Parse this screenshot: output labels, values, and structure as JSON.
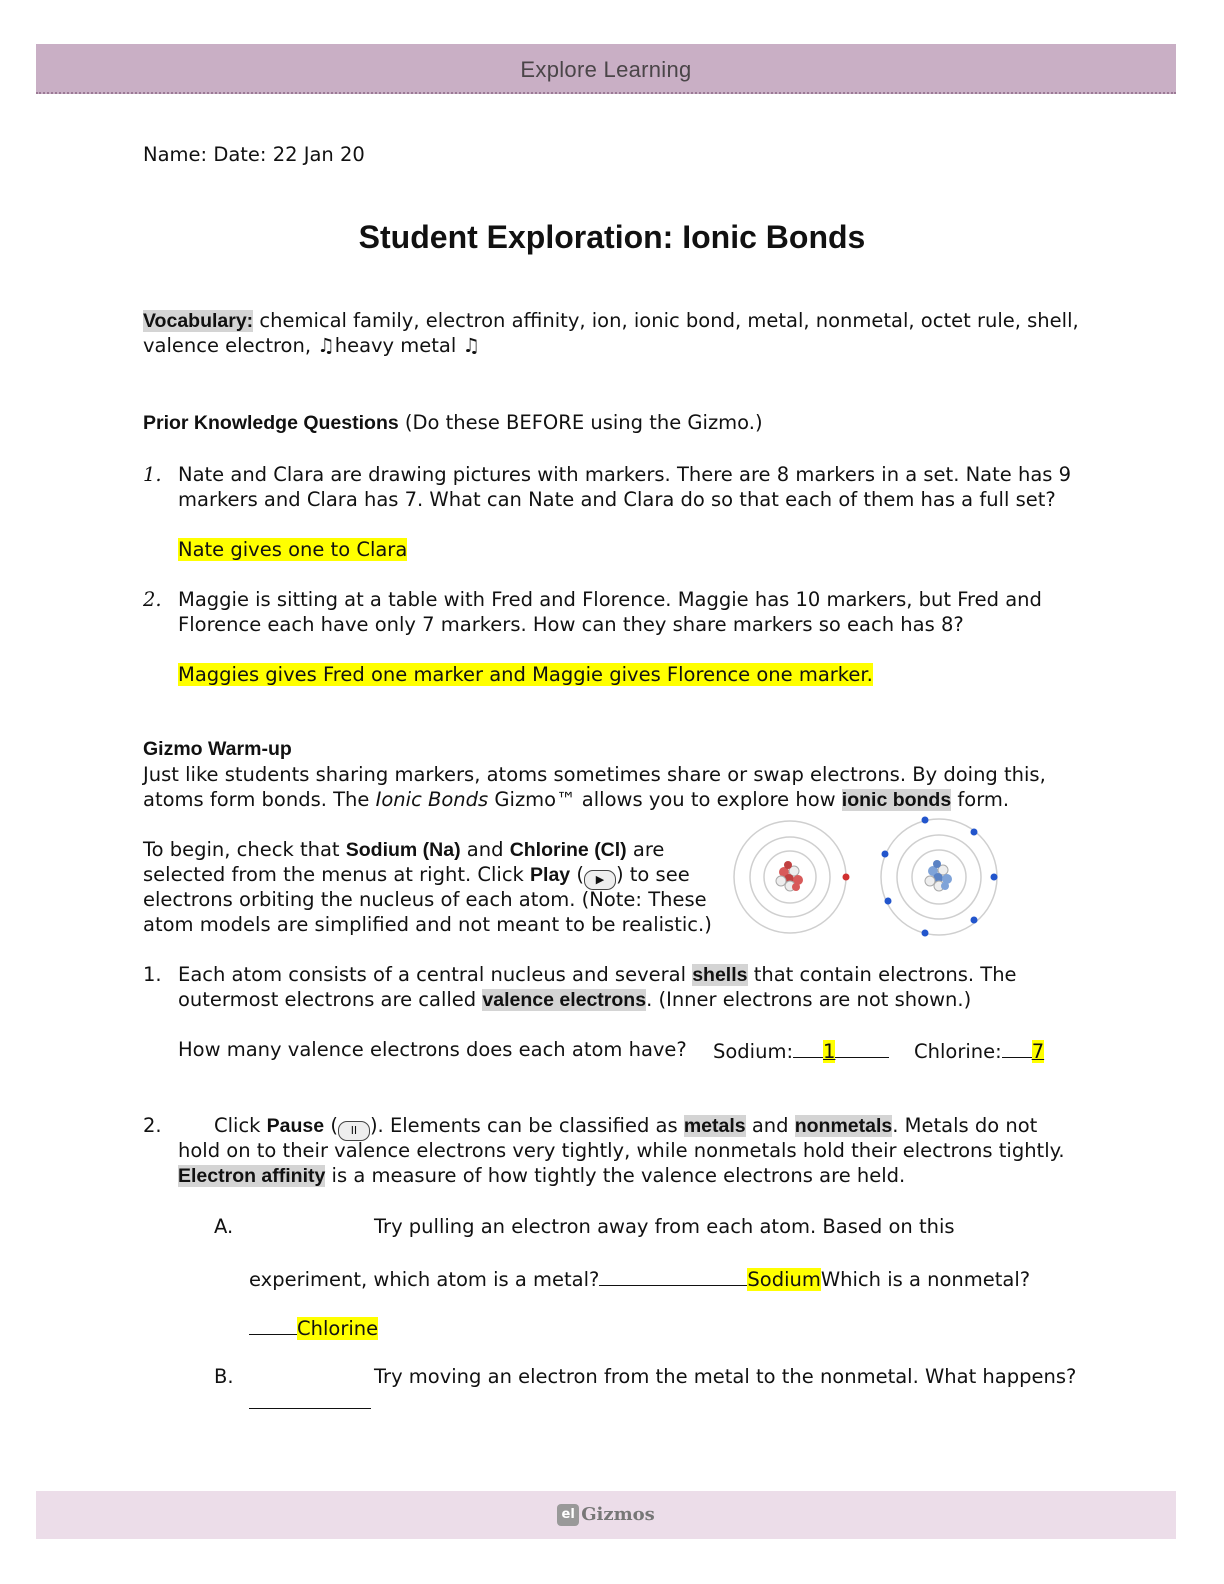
{
  "header": {
    "logo_text": "Explore Learning"
  },
  "meta": {
    "name_label": "Name:",
    "date_label": "Date:",
    "date_value": "22 Jan 20"
  },
  "title": "Student Exploration: Ionic Bonds",
  "vocab": {
    "label": "Vocabulary:",
    "line1": " chemical family, electron affinity, ion, ionic bond, metal, nonmetal, octet rule, shell,",
    "line2": "valence electron, ♫heavy metal ♫"
  },
  "prior": {
    "heading": "Prior Knowledge Questions",
    "subheading": " (Do these BEFORE using the Gizmo.)",
    "q1": {
      "num": "1.",
      "line1": "Nate and Clara are drawing pictures with markers. There are 8 markers in a set. Nate has 9",
      "line2": "markers and Clara has 7. What can Nate and Clara do so that each of them has a full set?",
      "answer": "Nate gives one to Clara"
    },
    "q2": {
      "num": "2.",
      "line1": "Maggie is sitting at a table with Fred and Florence. Maggie has 10 markers, but Fred and",
      "line2": "Florence each have only 7 markers. How can they share markers so each has 8?",
      "answer": "Maggies gives Fred one marker and Maggie gives Florence one marker."
    }
  },
  "warmup": {
    "heading": "Gizmo Warm-up",
    "line1": "Just like students sharing markers, atoms sometimes share or swap electrons. By doing this,",
    "line2_a": "atoms form bonds. The ",
    "line2_italic": "Ionic Bonds",
    "line2_b": " Gizmo™ allows you to explore how ",
    "line2_term": "ionic bonds",
    "line2_c": " form.",
    "begin_a": "To begin, check that ",
    "sodium": "Sodium (Na)",
    "begin_and": " and ",
    "chlorine": "Chlorine (Cl)",
    "begin_are": " are",
    "begin2_a": "selected from the menus at right. Click ",
    "play": "Play",
    "begin2_b": " (",
    "begin2_c": ") to see",
    "begin3": "electrons orbiting the nucleus of each atom. (Note: These",
    "begin4": "atom models are simplified and not meant to be realistic.)"
  },
  "q1": {
    "num": "1.",
    "line1_a": "Each atom consists of a central nucleus and several ",
    "shells": "shells",
    "line1_b": " that contain electrons. The",
    "line2_a": "outermost electrons are called ",
    "valence": "valence electrons",
    "line2_b": ". (Inner electrons are not shown.)",
    "question": "How many valence electrons does each atom have?",
    "sodium_label": "Sodium:",
    "sodium_answer": "1",
    "chlorine_label": "Chlorine:",
    "chlorine_answer": "7"
  },
  "q2": {
    "num": "2.",
    "line1_a": "Click ",
    "pause": "Pause",
    "line1_b": " (",
    "line1_c": "). Elements can be classified as ",
    "metals": "metals",
    "line1_and": " and ",
    "nonmetals": "nonmetals",
    "line1_d": ". Metals do not",
    "line2": "hold on to their valence electrons very tightly, while nonmetals hold their electrons tightly.",
    "affinity": "Electron affinity",
    "line3": " is a measure of how tightly the valence electrons are held.",
    "a_label": "A.",
    "a_line1": "Try pulling an electron away from each atom. Based on this",
    "a_line2": "experiment, which atom is a metal?",
    "a_metal_answer": "Sodium",
    "a_line2_b": "Which is a nonmetal?",
    "a_nonmetal_answer": "Chlorine",
    "b_label": "B.",
    "b_line1": "Try moving an electron from the metal to the nonmetal. What happens?"
  },
  "footer": {
    "logo_mark": "el",
    "logo_text": "Gizmos"
  },
  "colors": {
    "header": "#c9afc5",
    "footer": "#ecdde9",
    "highlight": "#ffff00",
    "term_bg": "#d4d4d4",
    "electron_na": "#d03030",
    "electron_cl": "#2255cc"
  }
}
